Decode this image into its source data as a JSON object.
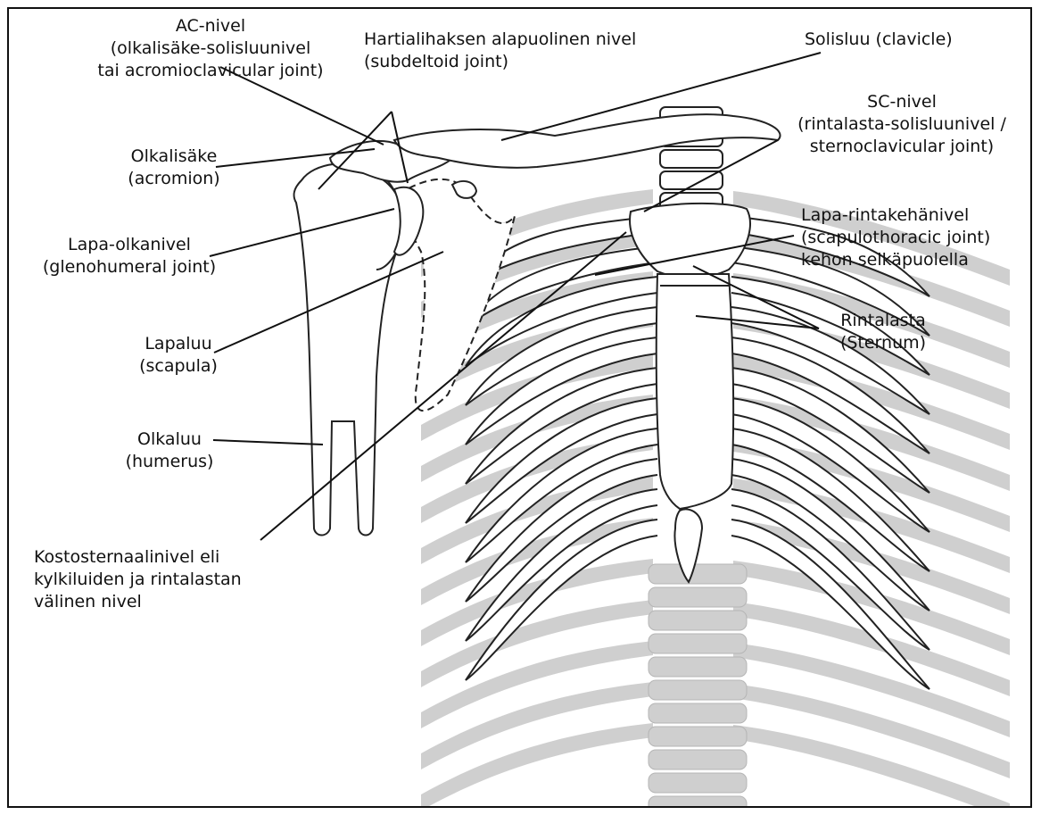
{
  "labels": {
    "ac_joint": {
      "line1": "AC-nivel",
      "line2": "(olkalisäke-solisluunivel",
      "line3": "tai acromioclavicular joint)"
    },
    "subdeltoid": {
      "line1": "Hartialihaksen alapuolinen nivel",
      "line2": "(subdeltoid joint)"
    },
    "clavicle": {
      "line1": "Solisluu (clavicle)"
    },
    "sc_joint": {
      "line1": "SC-nivel",
      "line2": "(rintalasta-solisluunivel /",
      "line3": "sternoclavicular joint)"
    },
    "acromion": {
      "line1": "Olkalisäke",
      "line2": "(acromion)"
    },
    "scapulothoracic": {
      "line1": "Lapa-rintakehänivel",
      "line2": "(scapulothoracic joint)",
      "line3": "kehon selkäpuolella"
    },
    "glenohumeral": {
      "line1": "Lapa-olkanivel",
      "line2": "(glenohumeral joint)"
    },
    "sternum": {
      "line1": "Rintalasta",
      "line2": "(Sternum)"
    },
    "scapula": {
      "line1": "Lapaluu",
      "line2": "(scapula)"
    },
    "humerus": {
      "line1": "Olkaluu",
      "line2": "(humerus)"
    },
    "costosternal": {
      "line1": "Kostosternaalinivel eli",
      "line2": "kylkiluiden ja rintalastan",
      "line3": "välinen nivel"
    }
  },
  "colors": {
    "outline": "#222222",
    "shade": "#cfcfcf",
    "bone_fill": "#ffffff",
    "leader": "#111111"
  }
}
